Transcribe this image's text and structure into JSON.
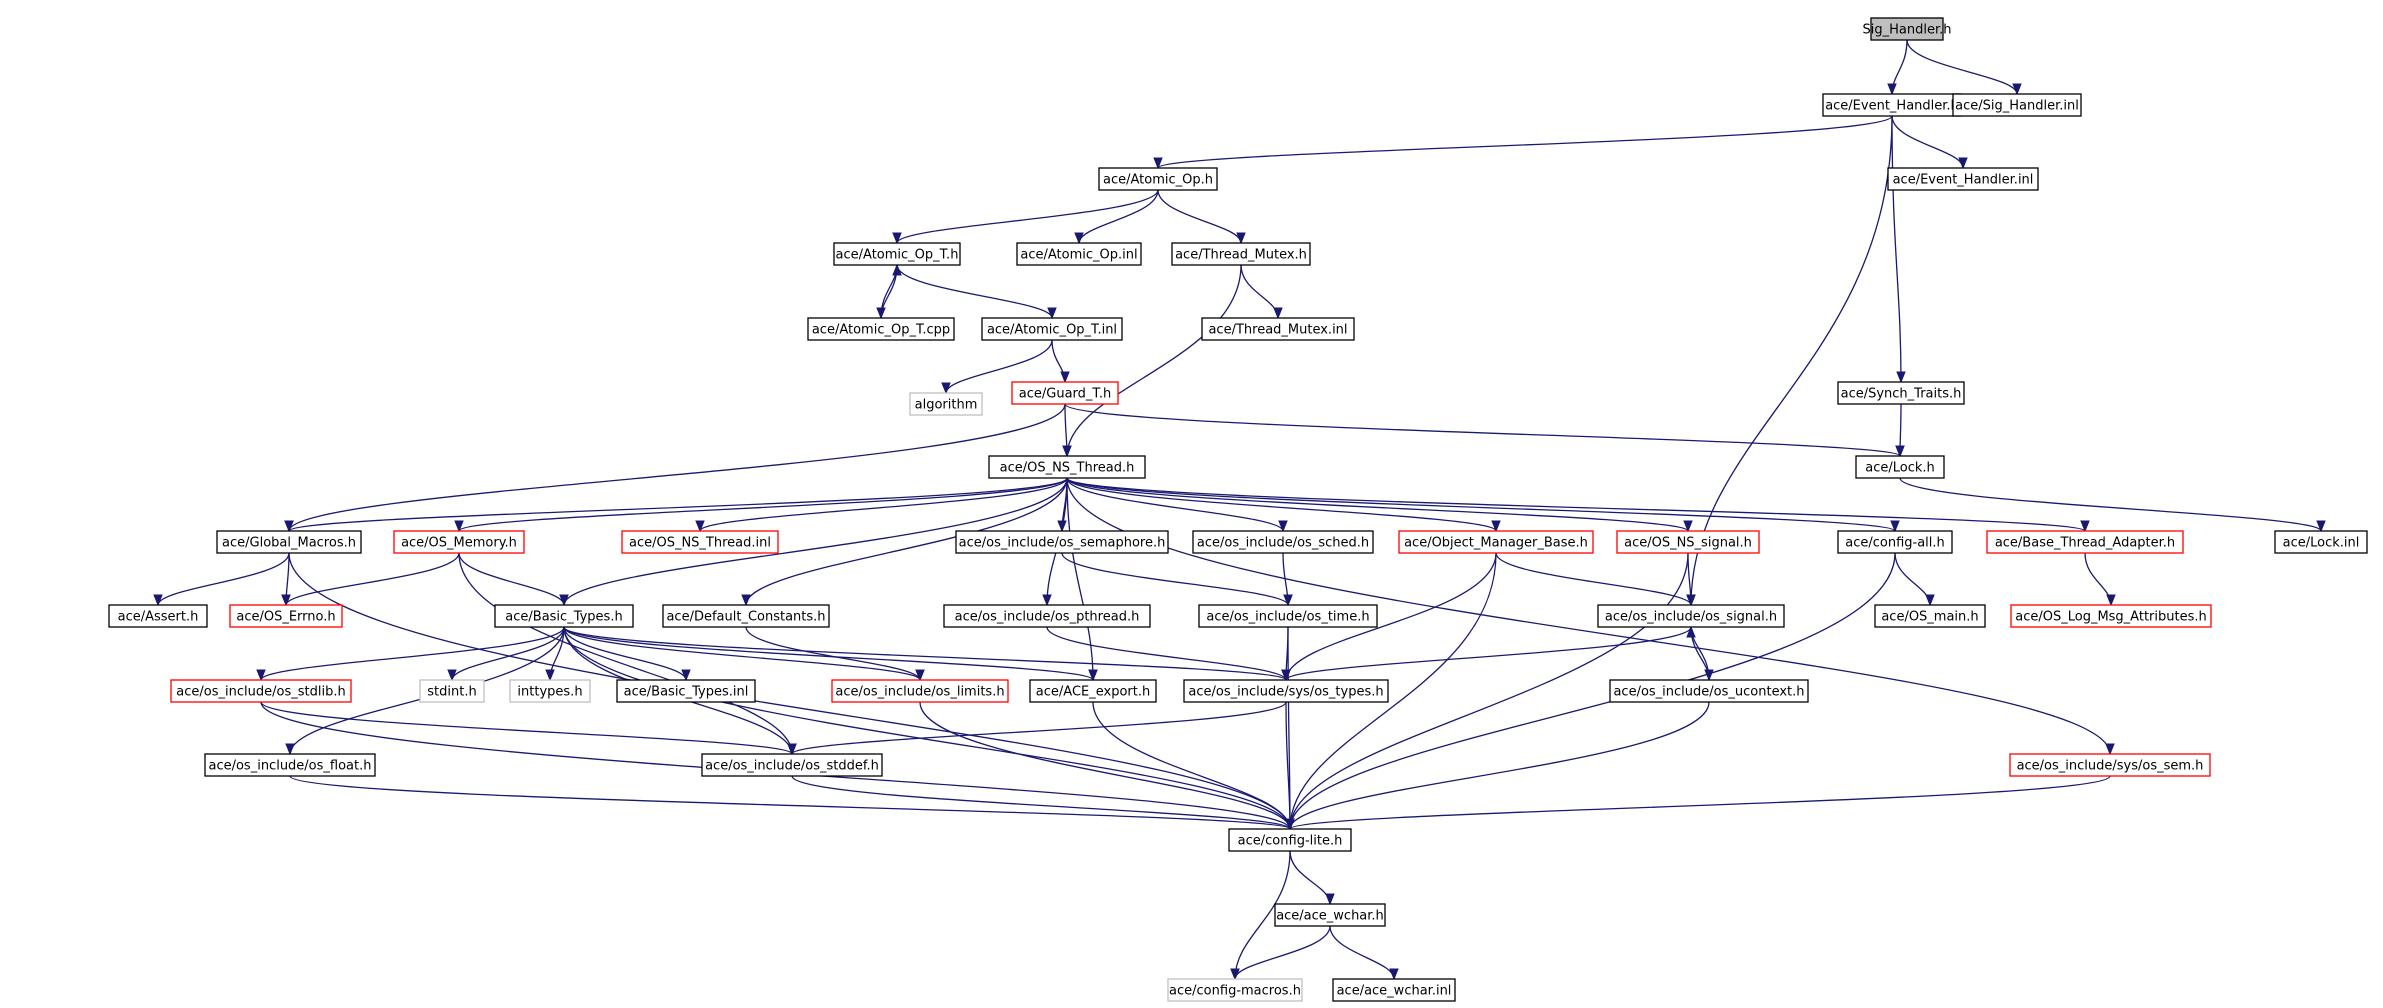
{
  "colors": {
    "edge": "#191970",
    "border_normal": "#000000",
    "border_incomplete": "#ff0000",
    "border_external": "#bfbfbf",
    "fill_normal": "#ffffff",
    "fill_root": "#bfbfbf"
  },
  "nodes": [
    {
      "id": "sig_handler_h",
      "label": "Sig_Handler.h",
      "kind": "root"
    },
    {
      "id": "event_handler_h",
      "label": "ace/Event_Handler.h",
      "kind": "normal"
    },
    {
      "id": "sig_handler_inl",
      "label": "ace/Sig_Handler.inl",
      "kind": "normal"
    },
    {
      "id": "atomic_op_h",
      "label": "ace/Atomic_Op.h",
      "kind": "normal"
    },
    {
      "id": "event_handler_inl",
      "label": "ace/Event_Handler.inl",
      "kind": "normal"
    },
    {
      "id": "atomic_op_t_h",
      "label": "ace/Atomic_Op_T.h",
      "kind": "normal"
    },
    {
      "id": "atomic_op_inl",
      "label": "ace/Atomic_Op.inl",
      "kind": "normal"
    },
    {
      "id": "thread_mutex_h",
      "label": "ace/Thread_Mutex.h",
      "kind": "normal"
    },
    {
      "id": "atomic_op_t_cpp",
      "label": "ace/Atomic_Op_T.cpp",
      "kind": "normal"
    },
    {
      "id": "atomic_op_t_inl",
      "label": "ace/Atomic_Op_T.inl",
      "kind": "normal"
    },
    {
      "id": "thread_mutex_inl",
      "label": "ace/Thread_Mutex.inl",
      "kind": "normal"
    },
    {
      "id": "algorithm",
      "label": "algorithm",
      "kind": "external"
    },
    {
      "id": "guard_t_h",
      "label": "ace/Guard_T.h",
      "kind": "incomplete"
    },
    {
      "id": "synch_traits_h",
      "label": "ace/Synch_Traits.h",
      "kind": "normal"
    },
    {
      "id": "os_ns_thread_h",
      "label": "ace/OS_NS_Thread.h",
      "kind": "normal"
    },
    {
      "id": "lock_h",
      "label": "ace/Lock.h",
      "kind": "normal"
    },
    {
      "id": "global_macros_h",
      "label": "ace/Global_Macros.h",
      "kind": "normal"
    },
    {
      "id": "os_memory_h",
      "label": "ace/OS_Memory.h",
      "kind": "incomplete"
    },
    {
      "id": "os_ns_thread_inl",
      "label": "ace/OS_NS_Thread.inl",
      "kind": "incomplete"
    },
    {
      "id": "os_semaphore_h",
      "label": "ace/os_include/os_semaphore.h",
      "kind": "normal"
    },
    {
      "id": "os_sched_h",
      "label": "ace/os_include/os_sched.h",
      "kind": "normal"
    },
    {
      "id": "object_manager_base_h",
      "label": "ace/Object_Manager_Base.h",
      "kind": "incomplete"
    },
    {
      "id": "os_ns_signal_h",
      "label": "ace/OS_NS_signal.h",
      "kind": "incomplete"
    },
    {
      "id": "config_all_h",
      "label": "ace/config-all.h",
      "kind": "normal"
    },
    {
      "id": "base_thread_adapter_h",
      "label": "ace/Base_Thread_Adapter.h",
      "kind": "incomplete"
    },
    {
      "id": "lock_inl",
      "label": "ace/Lock.inl",
      "kind": "normal"
    },
    {
      "id": "assert_h",
      "label": "ace/Assert.h",
      "kind": "normal"
    },
    {
      "id": "os_errno_h",
      "label": "ace/OS_Errno.h",
      "kind": "incomplete"
    },
    {
      "id": "basic_types_h",
      "label": "ace/Basic_Types.h",
      "kind": "normal"
    },
    {
      "id": "default_constants_h",
      "label": "ace/Default_Constants.h",
      "kind": "normal"
    },
    {
      "id": "os_pthread_h",
      "label": "ace/os_include/os_pthread.h",
      "kind": "normal"
    },
    {
      "id": "os_time_h",
      "label": "ace/os_include/os_time.h",
      "kind": "normal"
    },
    {
      "id": "os_signal_h",
      "label": "ace/os_include/os_signal.h",
      "kind": "normal"
    },
    {
      "id": "os_main_h",
      "label": "ace/OS_main.h",
      "kind": "normal"
    },
    {
      "id": "os_log_msg_attributes_h",
      "label": "ace/OS_Log_Msg_Attributes.h",
      "kind": "incomplete"
    },
    {
      "id": "os_stdlib_h",
      "label": "ace/os_include/os_stdlib.h",
      "kind": "incomplete"
    },
    {
      "id": "stdint_h",
      "label": "stdint.h",
      "kind": "external"
    },
    {
      "id": "inttypes_h",
      "label": "inttypes.h",
      "kind": "external"
    },
    {
      "id": "basic_types_inl",
      "label": "ace/Basic_Types.inl",
      "kind": "normal"
    },
    {
      "id": "os_limits_h",
      "label": "ace/os_include/os_limits.h",
      "kind": "incomplete"
    },
    {
      "id": "ace_export_h",
      "label": "ace/ACE_export.h",
      "kind": "normal"
    },
    {
      "id": "sys_os_types_h",
      "label": "ace/os_include/sys/os_types.h",
      "kind": "normal"
    },
    {
      "id": "os_ucontext_h",
      "label": "ace/os_include/os_ucontext.h",
      "kind": "normal"
    },
    {
      "id": "os_float_h",
      "label": "ace/os_include/os_float.h",
      "kind": "normal"
    },
    {
      "id": "os_stddef_h",
      "label": "ace/os_include/os_stddef.h",
      "kind": "normal"
    },
    {
      "id": "sys_os_sem_h",
      "label": "ace/os_include/sys/os_sem.h",
      "kind": "incomplete"
    },
    {
      "id": "config_lite_h",
      "label": "ace/config-lite.h",
      "kind": "normal"
    },
    {
      "id": "ace_wchar_h",
      "label": "ace/ace_wchar.h",
      "kind": "normal"
    },
    {
      "id": "config_macros_h",
      "label": "ace/config-macros.h",
      "kind": "external"
    },
    {
      "id": "ace_wchar_inl",
      "label": "ace/ace_wchar.inl",
      "kind": "normal"
    }
  ],
  "edges": [
    [
      "sig_handler_h",
      "event_handler_h"
    ],
    [
      "sig_handler_h",
      "sig_handler_inl"
    ],
    [
      "event_handler_h",
      "atomic_op_h"
    ],
    [
      "event_handler_h",
      "event_handler_inl"
    ],
    [
      "event_handler_h",
      "synch_traits_h"
    ],
    [
      "event_handler_h",
      "os_signal_h"
    ],
    [
      "atomic_op_h",
      "atomic_op_t_h"
    ],
    [
      "atomic_op_h",
      "atomic_op_inl"
    ],
    [
      "atomic_op_h",
      "thread_mutex_h"
    ],
    [
      "atomic_op_t_h",
      "atomic_op_t_cpp"
    ],
    [
      "atomic_op_t_cpp",
      "atomic_op_t_h"
    ],
    [
      "atomic_op_t_h",
      "atomic_op_t_inl"
    ],
    [
      "atomic_op_t_inl",
      "algorithm"
    ],
    [
      "atomic_op_t_inl",
      "guard_t_h"
    ],
    [
      "thread_mutex_h",
      "thread_mutex_inl"
    ],
    [
      "thread_mutex_h",
      "os_ns_thread_h"
    ],
    [
      "guard_t_h",
      "os_ns_thread_h"
    ],
    [
      "guard_t_h",
      "global_macros_h"
    ],
    [
      "guard_t_h",
      "lock_h"
    ],
    [
      "synch_traits_h",
      "lock_h"
    ],
    [
      "lock_h",
      "lock_inl"
    ],
    [
      "os_ns_thread_h",
      "global_macros_h"
    ],
    [
      "os_ns_thread_h",
      "os_memory_h"
    ],
    [
      "os_ns_thread_h",
      "os_ns_thread_inl"
    ],
    [
      "os_ns_thread_h",
      "basic_types_h"
    ],
    [
      "os_ns_thread_h",
      "default_constants_h"
    ],
    [
      "os_ns_thread_h",
      "os_pthread_h"
    ],
    [
      "os_ns_thread_h",
      "os_semaphore_h"
    ],
    [
      "os_ns_thread_h",
      "os_sched_h"
    ],
    [
      "os_ns_thread_h",
      "object_manager_base_h"
    ],
    [
      "os_ns_thread_h",
      "os_ns_signal_h"
    ],
    [
      "os_ns_thread_h",
      "config_all_h"
    ],
    [
      "os_ns_thread_h",
      "base_thread_adapter_h"
    ],
    [
      "os_ns_thread_h",
      "sys_os_sem_h"
    ],
    [
      "os_ns_thread_h",
      "ace_export_h"
    ],
    [
      "global_macros_h",
      "assert_h"
    ],
    [
      "global_macros_h",
      "os_errno_h"
    ],
    [
      "global_macros_h",
      "config_lite_h"
    ],
    [
      "os_memory_h",
      "os_errno_h"
    ],
    [
      "os_memory_h",
      "basic_types_h"
    ],
    [
      "os_memory_h",
      "os_stddef_h"
    ],
    [
      "basic_types_h",
      "os_stdlib_h"
    ],
    [
      "basic_types_h",
      "stdint_h"
    ],
    [
      "basic_types_h",
      "inttypes_h"
    ],
    [
      "basic_types_h",
      "basic_types_inl"
    ],
    [
      "basic_types_h",
      "os_limits_h"
    ],
    [
      "basic_types_h",
      "ace_export_h"
    ],
    [
      "basic_types_h",
      "sys_os_types_h"
    ],
    [
      "basic_types_h",
      "os_stddef_h"
    ],
    [
      "basic_types_h",
      "os_float_h"
    ],
    [
      "basic_types_h",
      "config_lite_h"
    ],
    [
      "default_constants_h",
      "os_limits_h"
    ],
    [
      "os_pthread_h",
      "sys_os_types_h"
    ],
    [
      "os_semaphore_h",
      "os_time_h"
    ],
    [
      "os_sched_h",
      "os_time_h"
    ],
    [
      "os_time_h",
      "sys_os_types_h"
    ],
    [
      "os_time_h",
      "config_lite_h"
    ],
    [
      "object_manager_base_h",
      "sys_os_types_h"
    ],
    [
      "object_manager_base_h",
      "os_signal_h"
    ],
    [
      "object_manager_base_h",
      "config_lite_h"
    ],
    [
      "os_ns_signal_h",
      "os_signal_h"
    ],
    [
      "os_ns_signal_h",
      "config_lite_h"
    ],
    [
      "os_signal_h",
      "sys_os_types_h"
    ],
    [
      "os_signal_h",
      "os_ucontext_h"
    ],
    [
      "os_ucontext_h",
      "os_signal_h"
    ],
    [
      "os_ucontext_h",
      "config_lite_h"
    ],
    [
      "config_all_h",
      "os_main_h"
    ],
    [
      "config_all_h",
      "config_lite_h"
    ],
    [
      "base_thread_adapter_h",
      "os_log_msg_attributes_h"
    ],
    [
      "os_stdlib_h",
      "os_stddef_h"
    ],
    [
      "os_stdlib_h",
      "config_lite_h"
    ],
    [
      "os_limits_h",
      "config_lite_h"
    ],
    [
      "ace_export_h",
      "config_lite_h"
    ],
    [
      "sys_os_types_h",
      "os_stddef_h"
    ],
    [
      "sys_os_types_h",
      "config_lite_h"
    ],
    [
      "os_float_h",
      "config_lite_h"
    ],
    [
      "os_stddef_h",
      "config_lite_h"
    ],
    [
      "sys_os_sem_h",
      "config_lite_h"
    ],
    [
      "config_lite_h",
      "ace_wchar_h"
    ],
    [
      "config_lite_h",
      "config_macros_h"
    ],
    [
      "ace_wchar_h",
      "config_macros_h"
    ],
    [
      "ace_wchar_h",
      "ace_wchar_inl"
    ]
  ]
}
